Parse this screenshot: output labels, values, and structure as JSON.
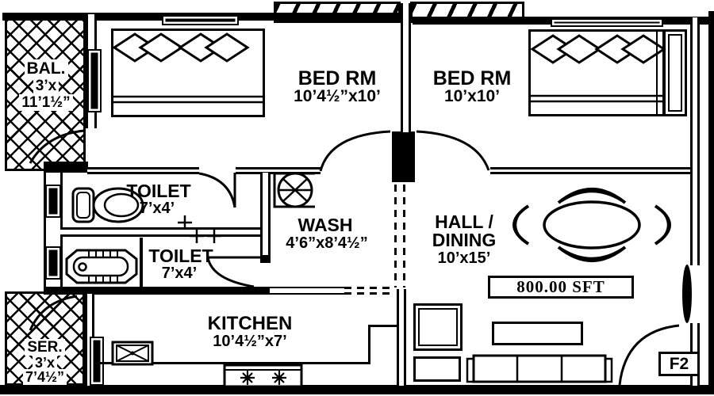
{
  "plan": {
    "rooms": {
      "balcony": {
        "name": "BAL.",
        "dim_w": "3’x",
        "dim_l": "11’1½”"
      },
      "bedroom1": {
        "name": "BED RM",
        "dims": "10’4½”x10’"
      },
      "bedroom2": {
        "name": "BED RM",
        "dims": "10’x10’"
      },
      "toilet1": {
        "name": "TOILET",
        "dims": "7’x4’"
      },
      "toilet2": {
        "name": "TOILET",
        "dims": "7’x4’"
      },
      "wash": {
        "name": "WASH",
        "dims": "4’6”x8’4½”"
      },
      "hall_dining": {
        "name_line1": "HALL /",
        "name_line2": "DINING",
        "dims": "10’x15’"
      },
      "kitchen": {
        "name": "KITCHEN",
        "dims": "10’4½”x7’"
      },
      "service": {
        "name": "SER.",
        "dim_w": "3’x",
        "dim_l": "7’4½”"
      }
    },
    "labels": {
      "total_area": "800.00 SFT",
      "unit": "F2"
    },
    "colors": {
      "ink": "#000000",
      "paper": "#ffffff"
    }
  }
}
